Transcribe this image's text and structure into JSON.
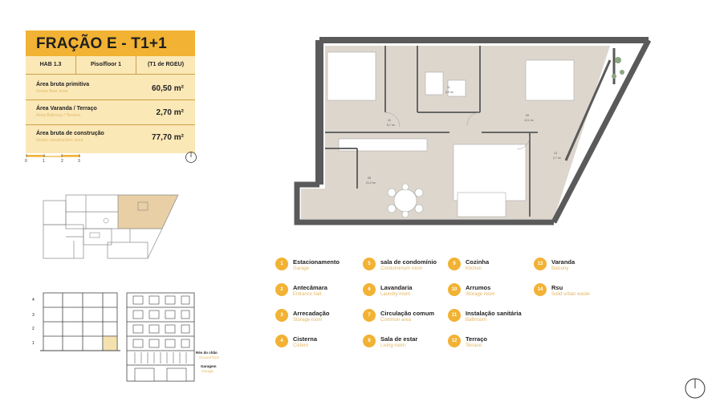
{
  "title": "FRAÇÃO E - T1+1",
  "header": {
    "hab": "HAB 1.3",
    "floor": "Piso/floor 1",
    "typology": "(T1 de RGEU)"
  },
  "areas": [
    {
      "label": "Área bruta primitiva",
      "sublabel": "Gross floor area",
      "value": "60,50 m²"
    },
    {
      "label": "Área Varanda / Terraço",
      "sublabel": "Area Balcony / Terrace",
      "value": "2,70 m²"
    },
    {
      "label": "Área bruta de construção",
      "sublabel": "Gross construction area",
      "value": "77,70 m²"
    }
  ],
  "scale": [
    "0",
    "1",
    "2",
    "3"
  ],
  "section_levels": [
    "4",
    "3",
    "2",
    "1"
  ],
  "section_labels": [
    {
      "pt": "Rés do chão",
      "en": "Ground floor"
    },
    {
      "pt": "Garagem",
      "en": "Garage"
    }
  ],
  "room_labels": [
    {
      "num": "11",
      "area": "3,9 m²"
    },
    {
      "num": "10",
      "area": "8,7 m²"
    },
    {
      "num": "09",
      "area": "12,1 m²"
    },
    {
      "num": "13",
      "area": "2,7 m²"
    },
    {
      "num": "08",
      "area": "21,2 m²"
    }
  ],
  "legend": [
    {
      "num": "1",
      "pt": "Estacionamento",
      "en": "Garage"
    },
    {
      "num": "2",
      "pt": "Antecâmara",
      "en": "Entrance hall"
    },
    {
      "num": "3",
      "pt": "Arrecadação",
      "en": "Storage room"
    },
    {
      "num": "4",
      "pt": "Cisterna",
      "en": "Cistern"
    },
    {
      "num": "5",
      "pt": "sala de condomínio",
      "en": "Condominium room"
    },
    {
      "num": "6",
      "pt": "Lavandaria",
      "en": "Laundry room"
    },
    {
      "num": "7",
      "pt": "Circulação comum",
      "en": "Common area"
    },
    {
      "num": "8",
      "pt": "Sala de estar",
      "en": "Living room"
    },
    {
      "num": "9",
      "pt": "Cozinha",
      "en": "Kitchen"
    },
    {
      "num": "10",
      "pt": "Arrumos",
      "en": "Storage room"
    },
    {
      "num": "11",
      "pt": "Instalação sanitária",
      "en": "Bathroom"
    },
    {
      "num": "12",
      "pt": "Terraço",
      "en": "Terrace"
    },
    {
      "num": "13",
      "pt": "Varanda",
      "en": "Balcony"
    },
    {
      "num": "14",
      "pt": "Rsu",
      "en": "Solid urban waste"
    }
  ],
  "colors": {
    "accent": "#f2b233",
    "table_bg": "#fbe8b7",
    "floor": "#ddd6cd",
    "wall": "#555555",
    "highlight": "#e8cfa5"
  }
}
